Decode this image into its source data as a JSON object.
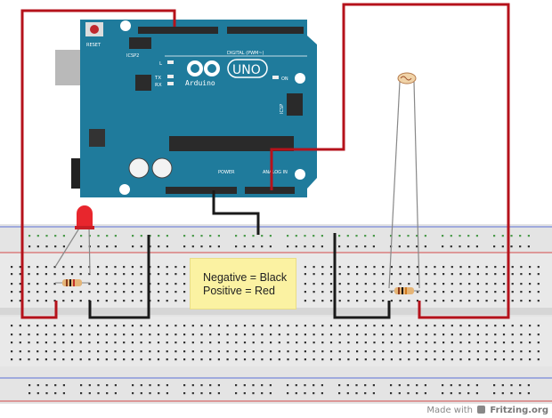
{
  "board": {
    "reset_label": "RESET",
    "icsp2_label": "ICSP2",
    "icsp_label": "ICSP",
    "l_label": "L",
    "tx_label": "TX",
    "rx_label": "RX",
    "brand": "Arduino",
    "model": "UNO",
    "on_label": "ON",
    "digital_label": "DIGITAL (PWM~)",
    "power_label": "POWER",
    "analog_label": "ANALOG IN"
  },
  "note": {
    "line1": "Negative = Black",
    "line2": "Positive = Red"
  },
  "footer": {
    "made_with": "Made with",
    "brand": "Fritzing.org"
  },
  "colors": {
    "board": "#1f7b9c",
    "wire_red": "#b5121b",
    "wire_black": "#1a1a1a",
    "note_bg": "#fbf2a2",
    "rail_blue": "#5b6fd6",
    "rail_red": "#d44a4a"
  }
}
